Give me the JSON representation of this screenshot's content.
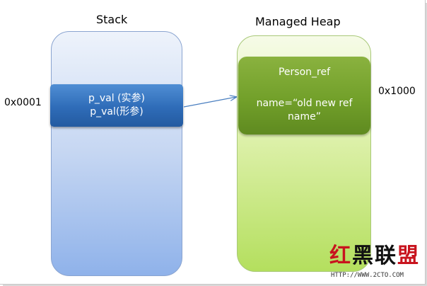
{
  "stack": {
    "heading": "Stack",
    "cell_line1": "p_val (实参)",
    "cell_line2": "p_val(形参)",
    "address": "0x0001"
  },
  "heap": {
    "heading": "Managed Heap",
    "object_title": "Person_ref",
    "object_body": "name=“old new ref name”",
    "address": "0x1000"
  },
  "watermark": {
    "chars": [
      "红",
      "黑",
      "联",
      "盟"
    ],
    "url": "HTTP://WWW.2CTO.COM"
  },
  "colors": {
    "stack_cell": "#2f6cb8",
    "heap_cell": "#72a02a",
    "arrow": "#4a7fc0"
  }
}
